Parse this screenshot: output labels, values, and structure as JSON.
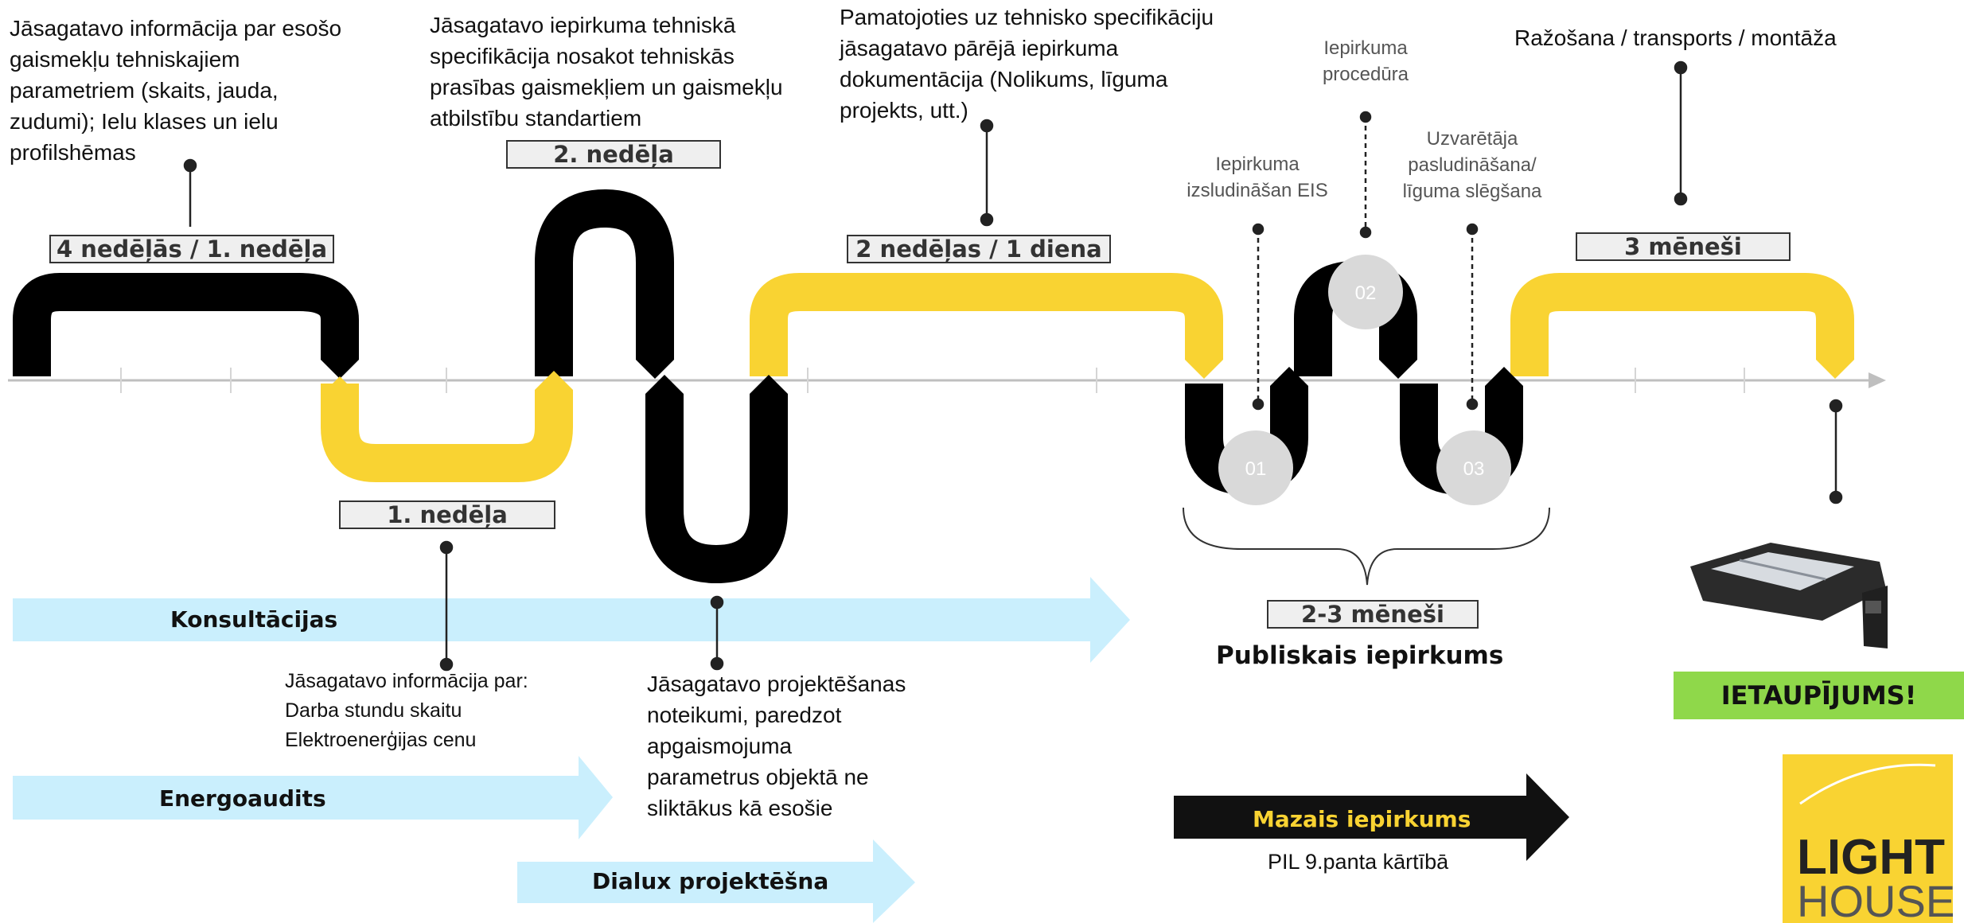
{
  "colors": {
    "black": "#000000",
    "yellow": "#f9d332",
    "light_blue": "#caeffd",
    "circle_gray": "#d9d9d9",
    "badge_green": "#8fd84a",
    "logo_yellow": "#f9d332",
    "dark_arrow": "#111111",
    "dark_arrow_text": "#f9d332"
  },
  "notes": {
    "note1": [
      "Jāsagatavo informācija par esošo",
      "gaismekļu tehniskajiem",
      "parametriem (skaits, jauda,",
      "zudumi); Ielu klases un ielu",
      "profilshēmas"
    ],
    "note2": [
      "Jāsagatavo iepirkuma tehniskā",
      "specifikācija nosakot tehniskās",
      "prasības gaismekļiem un gaismekļu",
      "atbilstību standartiem"
    ],
    "note3": [
      "Pamatojoties uz tehnisko specifikāciju",
      "jāsagatavo pārējā iepirkuma",
      "dokumentācija (Nolikums, līguma",
      "projekts, utt.)"
    ],
    "note4": [
      "Ražošana / transports / montāža"
    ],
    "note5": [
      "Jāsagatavo informācija par:",
      "Darba stundu skaitu",
      "Elektroenerģijas cenu"
    ],
    "note6": [
      "Jāsagatavo projektēšanas",
      "noteikumi, paredzot",
      "apgaismojuma",
      "parametrus objektā ne",
      "sliktākus kā esošie"
    ]
  },
  "procurement_steps": {
    "step1": [
      "Iepirkuma",
      "izsludināšan EIS"
    ],
    "step2": [
      "Iepirkuma",
      "procedūra"
    ],
    "step3": [
      "Uzvarētāja",
      "pasludināšana/",
      "līguma slēgšana"
    ],
    "circle_labels": [
      "01",
      "02",
      "03"
    ]
  },
  "durations": {
    "d1": "4 nedēļās / 1. nedēļa",
    "d2": "2. nedēļa",
    "d3": "2 nedēļas / 1 diena",
    "d4": "3 mēneši",
    "d5": "1. nedēļa",
    "d6": "2-3 mēneši"
  },
  "public_procurement_label": "Publiskais iepirkums",
  "arrows": {
    "consultations": "Konsultācijas",
    "energy_audit": "Energoaudits",
    "dialux": "Dialux projektēšna",
    "small_procurement": "Mazais iepirkums",
    "small_procurement_note": "PIL 9.panta kārtībā"
  },
  "savings_badge": "IETAUPĪJUMS!",
  "logo": {
    "line1": "LIGHT",
    "line2": "HOUSE"
  }
}
